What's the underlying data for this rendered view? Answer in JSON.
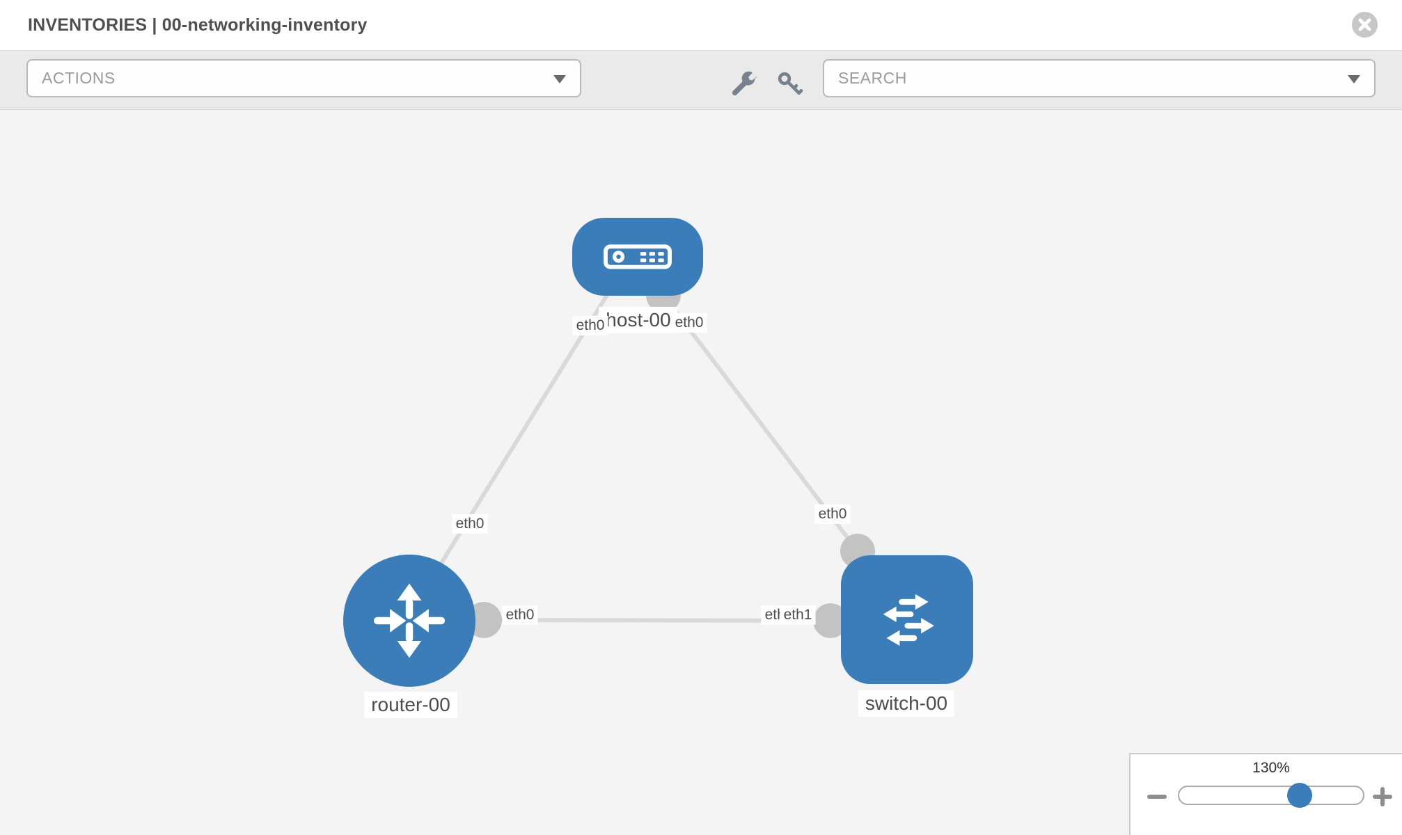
{
  "header": {
    "title": "INVENTORIES | 00-networking-inventory"
  },
  "toolbar": {
    "actions_label": "ACTIONS",
    "search_label": "SEARCH"
  },
  "topology": {
    "nodes": [
      {
        "id": "host-00",
        "label": "host-00",
        "type": "host"
      },
      {
        "id": "router-00",
        "label": "router-00",
        "type": "router"
      },
      {
        "id": "switch-00",
        "label": "switch-00",
        "type": "switch"
      }
    ],
    "links": [
      {
        "from": "host-00",
        "to": "router-00",
        "from_if": "eth0",
        "to_if": "eth0"
      },
      {
        "from": "host-00",
        "to": "switch-00",
        "from_if": "eth0",
        "to_if": "eth0"
      },
      {
        "from": "router-00",
        "to": "switch-00",
        "from_if": "eth0",
        "to_if": "eth1",
        "to_if_overlapped": "eth0"
      }
    ]
  },
  "zoom_control": {
    "value": "130%"
  },
  "icons": {
    "close": "close-icon",
    "chevron": "chevron-down-icon",
    "wrench": "wrench-icon",
    "key": "key-icon",
    "host": "host-device-icon",
    "router": "router-device-icon",
    "switch": "switch-device-icon",
    "zoom_out": "minus-icon",
    "zoom_in": "plus-icon"
  },
  "colors": {
    "node_blue": "#3b7db8",
    "edge_gray": "#d9d9d9",
    "bullet_gray": "#c3c3c3",
    "canvas_bg": "#f4f4f4",
    "toolbar_bg": "#eaeaea"
  }
}
